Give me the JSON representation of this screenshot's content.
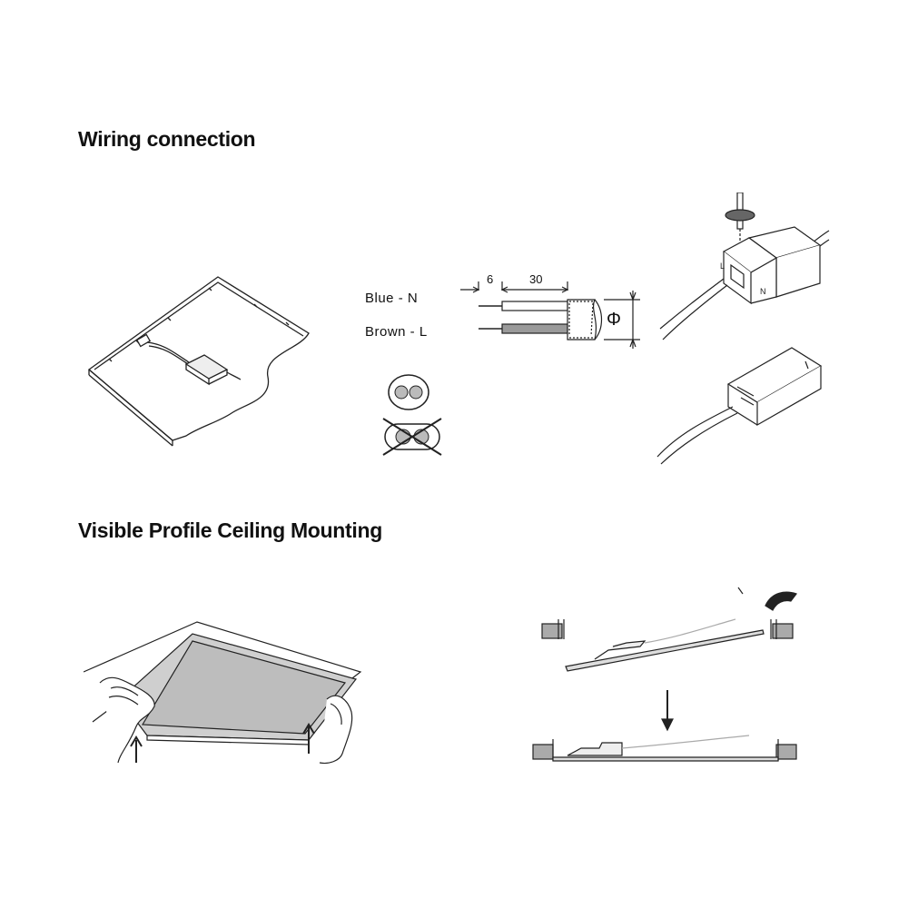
{
  "headings": {
    "wiring": "Wiring connection",
    "mounting": "Visible Profile Ceiling Mounting"
  },
  "wiring": {
    "blue_label": "Blue  -  N",
    "brown_label": "Brown -  L",
    "dim_strip": "6",
    "dim_insulation": "30",
    "dim_diameter_symbol": "Φ",
    "terminal_letters": [
      "L",
      "N"
    ]
  },
  "colors": {
    "line": "#222222",
    "brown_wire": "#9a9a9a",
    "blue_wire": "#ffffff",
    "panel_fill": "#cfcfcf"
  }
}
